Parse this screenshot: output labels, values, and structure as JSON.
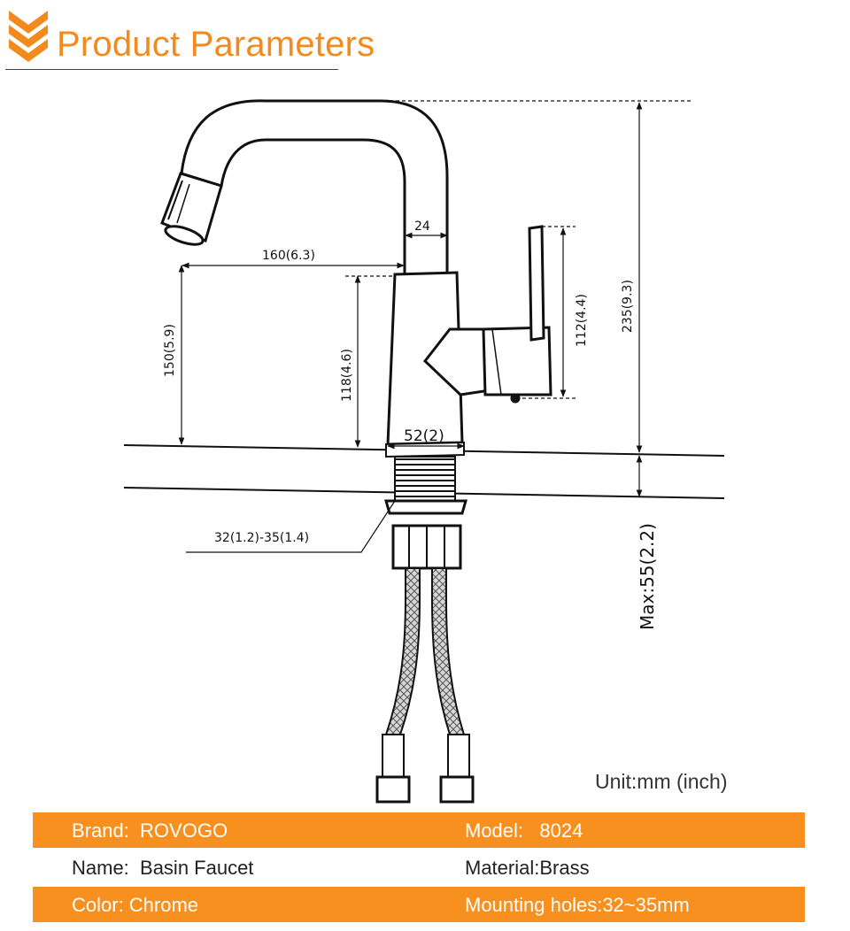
{
  "header": {
    "title": "Product Parameters",
    "icon": "chevron-stack-icon",
    "accent": "#f28a1e"
  },
  "dimensions": {
    "spout_width": "24",
    "reach": "160(6.3)",
    "spout_height": "150(5.9)",
    "body_height": "118(4.6)",
    "handle_height": "112(4.4)",
    "total_height": "235(9.3)",
    "base_diameter": "52(2)",
    "hole_diameter": "32(1.2)-35(1.4)",
    "max_deck": "Max:55(2.2)"
  },
  "unit": "Unit:mm (inch)",
  "specs": [
    {
      "left": "Brand:  ROVOGO",
      "right": "Model:   8024",
      "style": "orange"
    },
    {
      "left": "Name:  Basin Faucet",
      "right": "Material:Brass",
      "style": "white"
    },
    {
      "left": "Color: Chrome",
      "right": "Mounting holes:32~35mm",
      "style": "orange"
    }
  ],
  "colors": {
    "orange_band": "#f7901e",
    "line": "#111111"
  }
}
